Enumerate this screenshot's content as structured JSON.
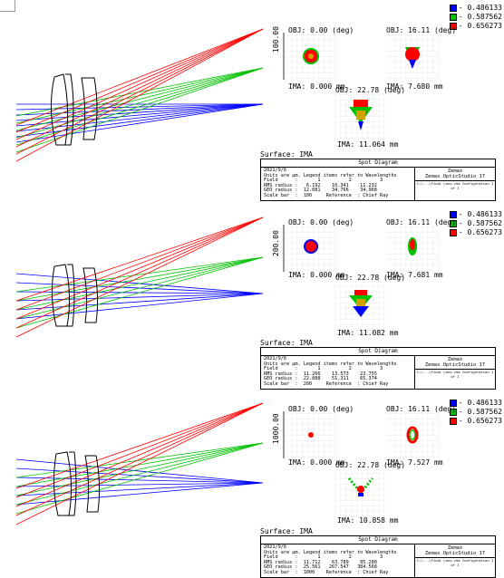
{
  "legend": {
    "items": [
      {
        "label": "- 0.486133",
        "color": "#0000ff"
      },
      {
        "label": "- 0.587562",
        "color": "#00c000"
      },
      {
        "label": "- 0.656273",
        "color": "#ff0000"
      }
    ]
  },
  "panels": [
    {
      "obj_labels": [
        "OBJ: 0.00 (deg)",
        "OBJ: 16.11 (deg)",
        "OBJ: 22.78 (deg)"
      ],
      "ima_labels": [
        "IMA: 0.000 mm",
        "IMA: 7.680 mm",
        "IMA: 11.064 mm"
      ],
      "scale_label": "100.00",
      "surface": "Surface: IMA",
      "report": {
        "title": "Spot Diagram",
        "date": "2021/9/6",
        "line2": "Units are µm. Legend items refer to Wavelengths",
        "field": "Field      :       1          2          3",
        "rms": "RMS radius :   6.192    10.341    11.232",
        "geo": "GEO radius :  12.081    34.766    34.968",
        "scale": "Scale bar  :  100     Reference  : Chief Ray",
        "product": "Zemax",
        "product2": "Zemax OpticStudio 17",
        "config": "C:\\...\\Final Lens.zmx  Configuration 1 of 1"
      }
    },
    {
      "obj_labels": [
        "OBJ: 0.00 (deg)",
        "OBJ: 16.11 (deg)",
        "OBJ: 22.78 (deg)"
      ],
      "ima_labels": [
        "IMA: 0.000 mm",
        "IMA: 7.681 mm",
        "IMA: 11.082 mm"
      ],
      "scale_label": "200.00",
      "surface": "Surface: IMA",
      "report": {
        "title": "Spot Diagram",
        "date": "2021/9/6",
        "line2": "Units are µm. Legend items refer to Wavelengths",
        "field": "Field      :       1          2          3",
        "rms": "RMS radius :  11.266    13.573    23.755",
        "geo": "GEO radius :  22.888    51.311    65.374",
        "scale": "Scale bar  :  200     Reference  : Chief Ray",
        "product": "Zemax",
        "product2": "Zemax OpticStudio 17",
        "config": "C:\\...\\Final Lens.zmx  Configuration 1 of 1"
      }
    },
    {
      "obj_labels": [
        "OBJ: 0.00 (deg)",
        "OBJ: 16.11 (deg)",
        "OBJ: 22.78 (deg)"
      ],
      "ima_labels": [
        "IMA: 0.000 mm",
        "IMA: 7.527 mm",
        "IMA: 10.858 mm"
      ],
      "scale_label": "1000.00",
      "surface": "Surface: IMA",
      "report": {
        "title": "Spot Diagram",
        "date": "2021/9/6",
        "line2": "Units are µm. Legend items refer to Wavelengths",
        "field": "Field      :       1          2          3",
        "rms": "RMS radius :  11.712    63.789    85.280",
        "geo": "GEO radius :  25.561   267.547   384.568",
        "scale": "Scale bar  :  1000    Reference  : Chief Ray",
        "product": "Zemax",
        "product2": "Zemax OpticStudio 17",
        "config": "C:\\...\\Final Lens.zmx  Configuration 1 of 1"
      }
    }
  ]
}
